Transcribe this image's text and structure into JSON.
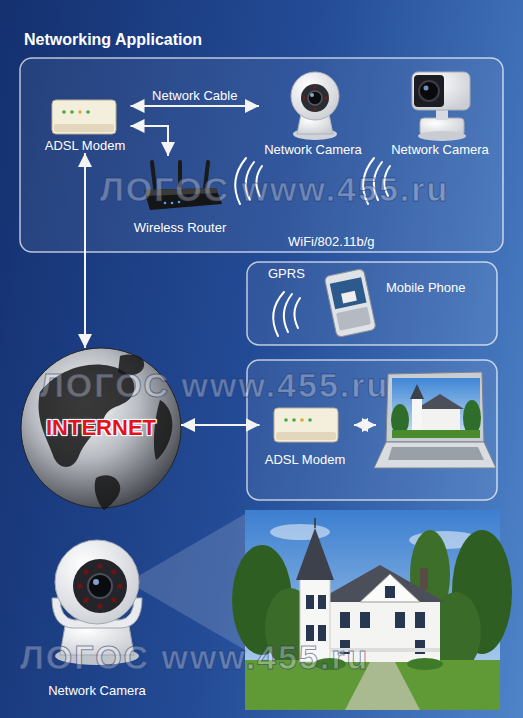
{
  "diagram": {
    "title": "Networking Application",
    "nodes": [
      {
        "text": [
          "ADSL Modem"
        ]
      },
      {
        "text": [
          "Network Camera"
        ]
      },
      {
        "text": [
          "Network Camera"
        ]
      },
      {
        "text": [
          "Wireless Router"
        ]
      },
      {
        "text": [
          "Mobile Phone"
        ]
      },
      {
        "text": [
          "INTERNET"
        ]
      },
      {
        "text": [
          "ADSL Modem"
        ]
      },
      {
        "text": [
          "Network Camera"
        ]
      }
    ],
    "edges": [
      {
        "from": 0,
        "to": 1,
        "arrow": "both",
        "label": "Network Cable"
      },
      {
        "from": 0,
        "to": 3,
        "arrow": "both"
      },
      {
        "from": 0,
        "to": 5,
        "arrow": "both"
      },
      {
        "from": 5,
        "to": 6,
        "arrow": "both"
      }
    ],
    "labels": [
      "WiFi/802.11b/g",
      "GPRS",
      "ЛОГОС www.455.ru",
      "ЛОГОС www.455.ru",
      "ЛОГОС www.455.ru"
    ]
  }
}
